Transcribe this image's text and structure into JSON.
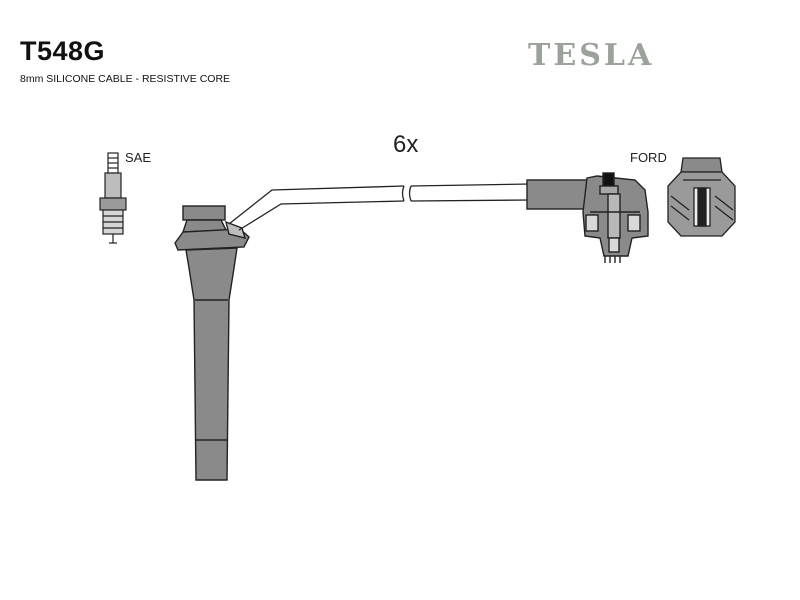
{
  "header": {
    "part_number": "T548G",
    "description": "8mm SILICONE CABLE - RESISTIVE CORE",
    "brand": "TESLA"
  },
  "labels": {
    "spark_plug_standard": "SAE",
    "coil_connector": "FORD",
    "quantity": "6x"
  },
  "icons": {
    "spark_plug": "spark-plug-icon",
    "coil_terminal": "coil-terminal-icon"
  },
  "colors": {
    "boot_fill": "#8a8a8a",
    "outline": "#222222",
    "brand": "#9aa29a"
  }
}
